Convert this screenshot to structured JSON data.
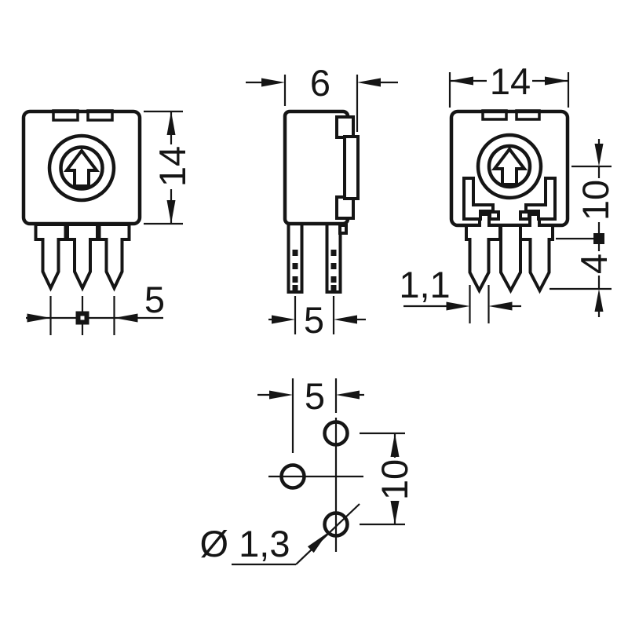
{
  "colors": {
    "ink": "#151515",
    "background": "#ffffff"
  },
  "views": {
    "front": {
      "height": "14",
      "pin_span": "5"
    },
    "side": {
      "width": "6",
      "pin_span": "5"
    },
    "back": {
      "width": "14",
      "center_to_shoulder": "10",
      "shoulder_to_tip": "4",
      "pin_width": "1,1"
    },
    "footprint": {
      "horizontal_pitch": "5",
      "vertical_pitch": "10",
      "hole_diameter": "Ø 1,3"
    }
  }
}
